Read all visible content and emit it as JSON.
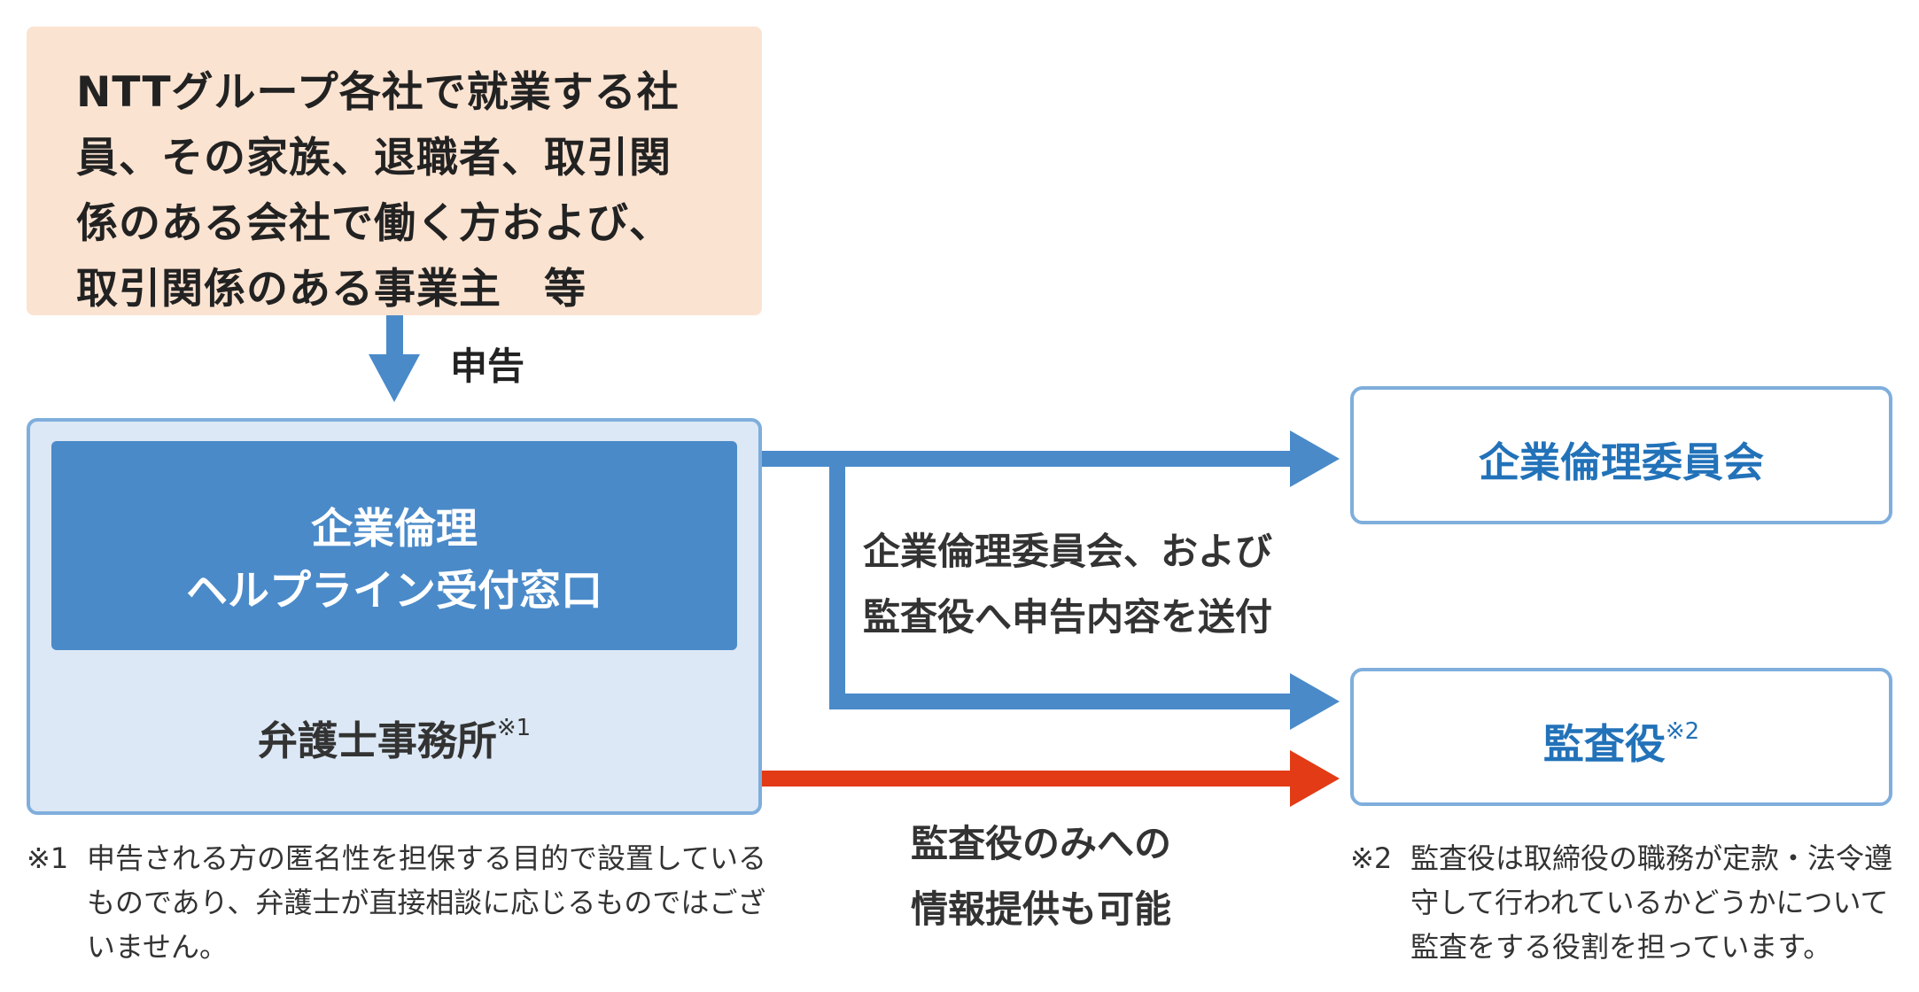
{
  "reporter": {
    "lines": [
      "NTTグループ各社で就業する社",
      "員、その家族、退職者、取引関",
      "係のある会社で働く方および、",
      "取引関係のある事業主　等"
    ]
  },
  "report_label": "申告",
  "helpline": {
    "title_line1": "企業倫理",
    "title_line2": "ヘルプライン受付窓口",
    "law_office": "弁護士事務所",
    "law_office_note_mark": "※1"
  },
  "send_text": {
    "line1": "企業倫理委員会、および",
    "line2": "監査役へ申告内容を送付"
  },
  "auditor_only_text": {
    "line1": "監査役のみへの",
    "line2": "情報提供も可能"
  },
  "committee": {
    "label": "企業倫理委員会"
  },
  "auditor": {
    "label": "監査役",
    "note_mark": "※2"
  },
  "notes": {
    "note1": {
      "mark": "※1",
      "lines": [
        "申告される方の匿名性を担保する目的で設置している",
        "ものであり、弁護士が直接相談に応じるものではござ",
        "いません。"
      ]
    },
    "note2": {
      "mark": "※2",
      "lines": [
        "監査役は取締役の職務が定款・法令遵",
        "守して行われているかどうかについて",
        "監査をする役割を担っています。"
      ]
    }
  },
  "colors": {
    "reporter_bg": "#FBE3D1",
    "helpline_outer_bg": "#DCE8F5",
    "helpline_inner_bg": "#4A8AC9",
    "arrow_blue": "#4A8AC9",
    "arrow_red": "#E23B16",
    "box_label_blue": "#2272B9",
    "box_border": "#7FAEDC"
  }
}
